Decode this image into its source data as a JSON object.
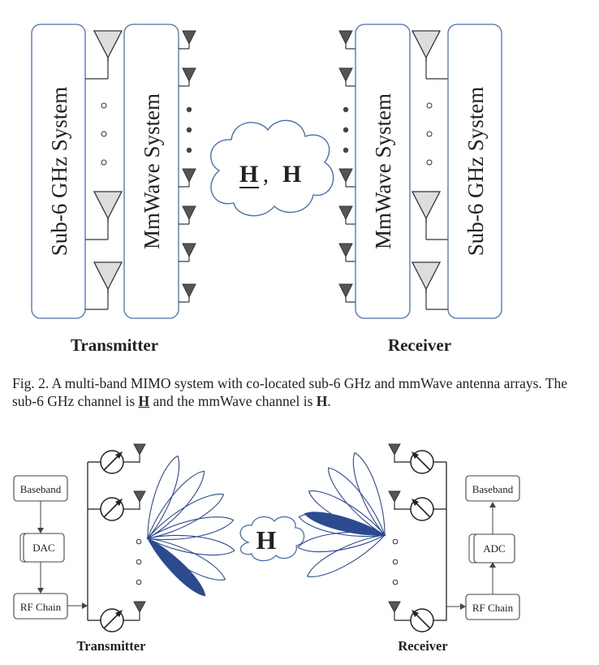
{
  "figure2": {
    "tx_sub6_label": "Sub-6 GHz System",
    "tx_mmwave_label": "MmWave System",
    "rx_mmwave_label": "MmWave System",
    "rx_sub6_label": "Sub-6 GHz System",
    "channel_sub6": "H",
    "channel_sep": ",",
    "channel_mmwave": "H",
    "transmitter_label": "Transmitter",
    "receiver_label": "Receiver"
  },
  "caption2": {
    "prefix": "Fig. 2.",
    "text1": "A multi-band MIMO system with co-located sub-6 GHz and mmWave antenna arrays. The sub-6 GHz channel is",
    "h_sub6": "H",
    "text2": "and the mmWave channel is",
    "h_mmwave": "H",
    "end": "."
  },
  "figure3": {
    "tx_baseband": "Baseband",
    "tx_dac": "DAC",
    "tx_rf": "RF Chain",
    "rx_baseband": "Baseband",
    "rx_adc": "ADC",
    "rx_rf": "RF Chain",
    "channel": "H",
    "transmitter_label": "Transmitter",
    "receiver_label": "Receiver"
  },
  "colors": {
    "box_border": "#4a6fb0",
    "beam_fill": "#2c4a8e",
    "antenna_fill": "#555555",
    "antenna_light": "#dddddd"
  }
}
